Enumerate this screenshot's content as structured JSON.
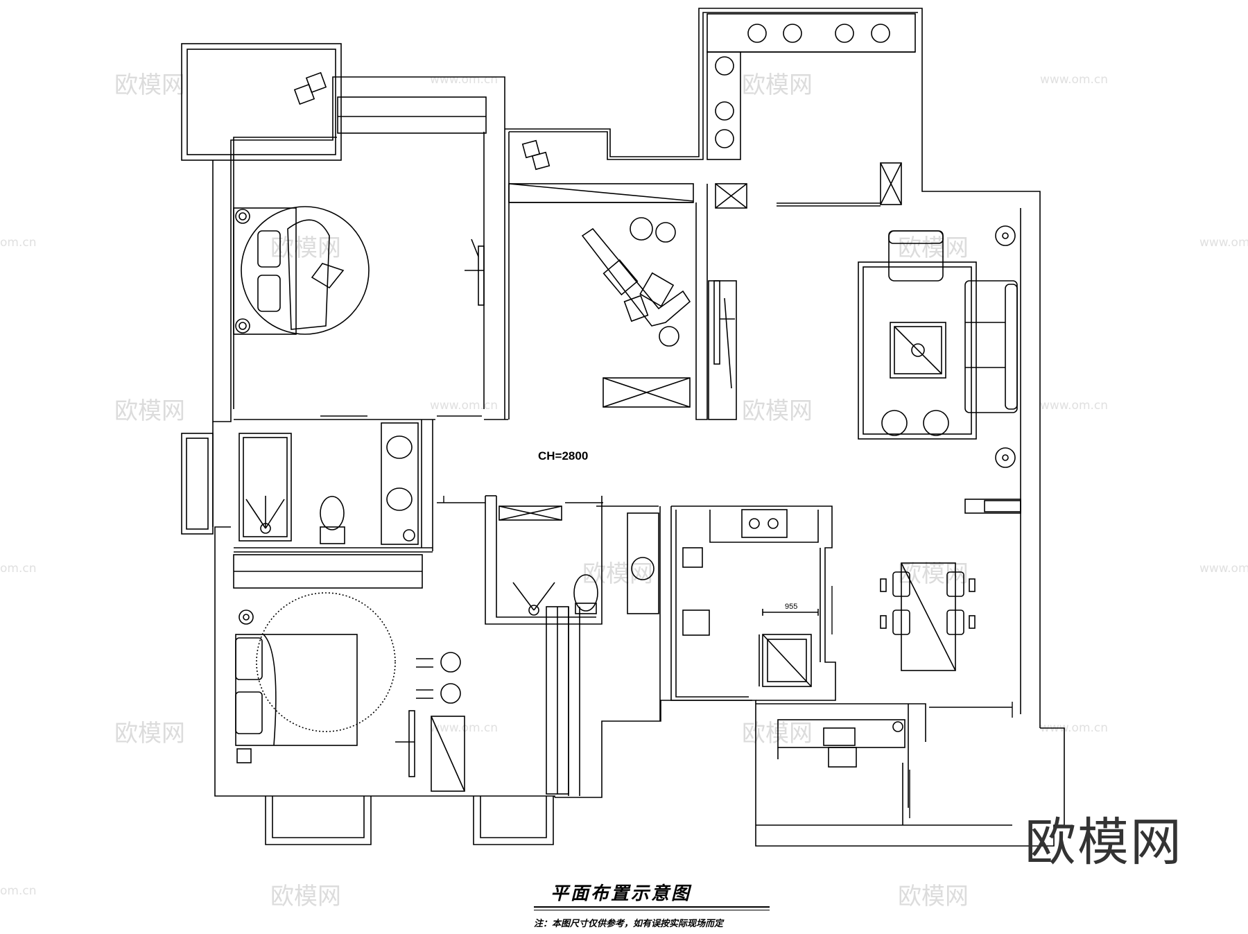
{
  "drawing": {
    "title": "平面布置示意图",
    "note": "注：本图尺寸仅供参考，如有误按实际现场而定",
    "ceiling_height_label": "CH=2800",
    "dimension_label": "955"
  },
  "watermarks": {
    "brand_text": "欧模网",
    "url_text": "www.om.cn",
    "url_text_short": "om.cn",
    "big_corner_text": "欧模网"
  },
  "colors": {
    "line": "#000000",
    "watermark": "#dcdcdc",
    "background": "#ffffff"
  }
}
